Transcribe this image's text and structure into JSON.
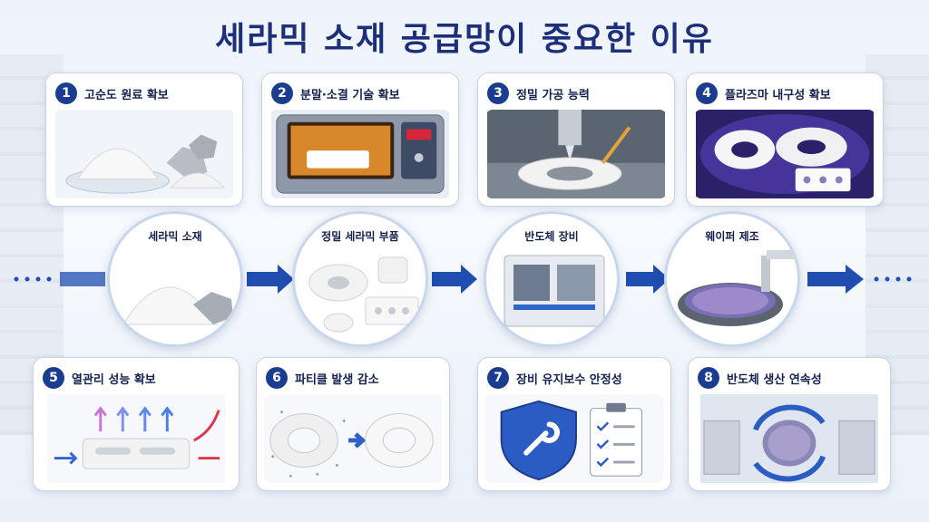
{
  "title": "세라믹 소재 공급망이 중요한 이유",
  "top_items": [
    {
      "num": "1",
      "label": "고순도 원료 확보",
      "icon": "powder-icon"
    },
    {
      "num": "2",
      "label": "분말·소결 기술 확보",
      "icon": "furnace-icon"
    },
    {
      "num": "3",
      "label": "정밀 가공 능력",
      "icon": "machining-icon"
    },
    {
      "num": "4",
      "label": "플라즈마 내구성 확보",
      "icon": "plasma-parts-icon"
    }
  ],
  "chain": [
    {
      "label": "세라믹 소재",
      "icon": "ceramic-powder-icon"
    },
    {
      "label": "정밀 세라믹 부품",
      "icon": "ceramic-parts-icon"
    },
    {
      "label": "반도체 장비",
      "icon": "semiconductor-equipment-icon"
    },
    {
      "label": "웨이퍼 제조",
      "icon": "wafer-icon"
    }
  ],
  "bottom_items": [
    {
      "num": "5",
      "label": "열관리 성능 확보",
      "icon": "heat-management-icon"
    },
    {
      "num": "6",
      "label": "파티클 발생 감소",
      "icon": "particle-icon"
    },
    {
      "num": "7",
      "label": "장비 유지보수 안정성",
      "icon": "shield-wrench-icon"
    },
    {
      "num": "8",
      "label": "반도체 생산 연속성",
      "icon": "production-cycle-icon"
    }
  ],
  "colors": {
    "primary": "#1b3d8f",
    "title": "#1b2f7a",
    "arrow": "#1f4db0"
  }
}
